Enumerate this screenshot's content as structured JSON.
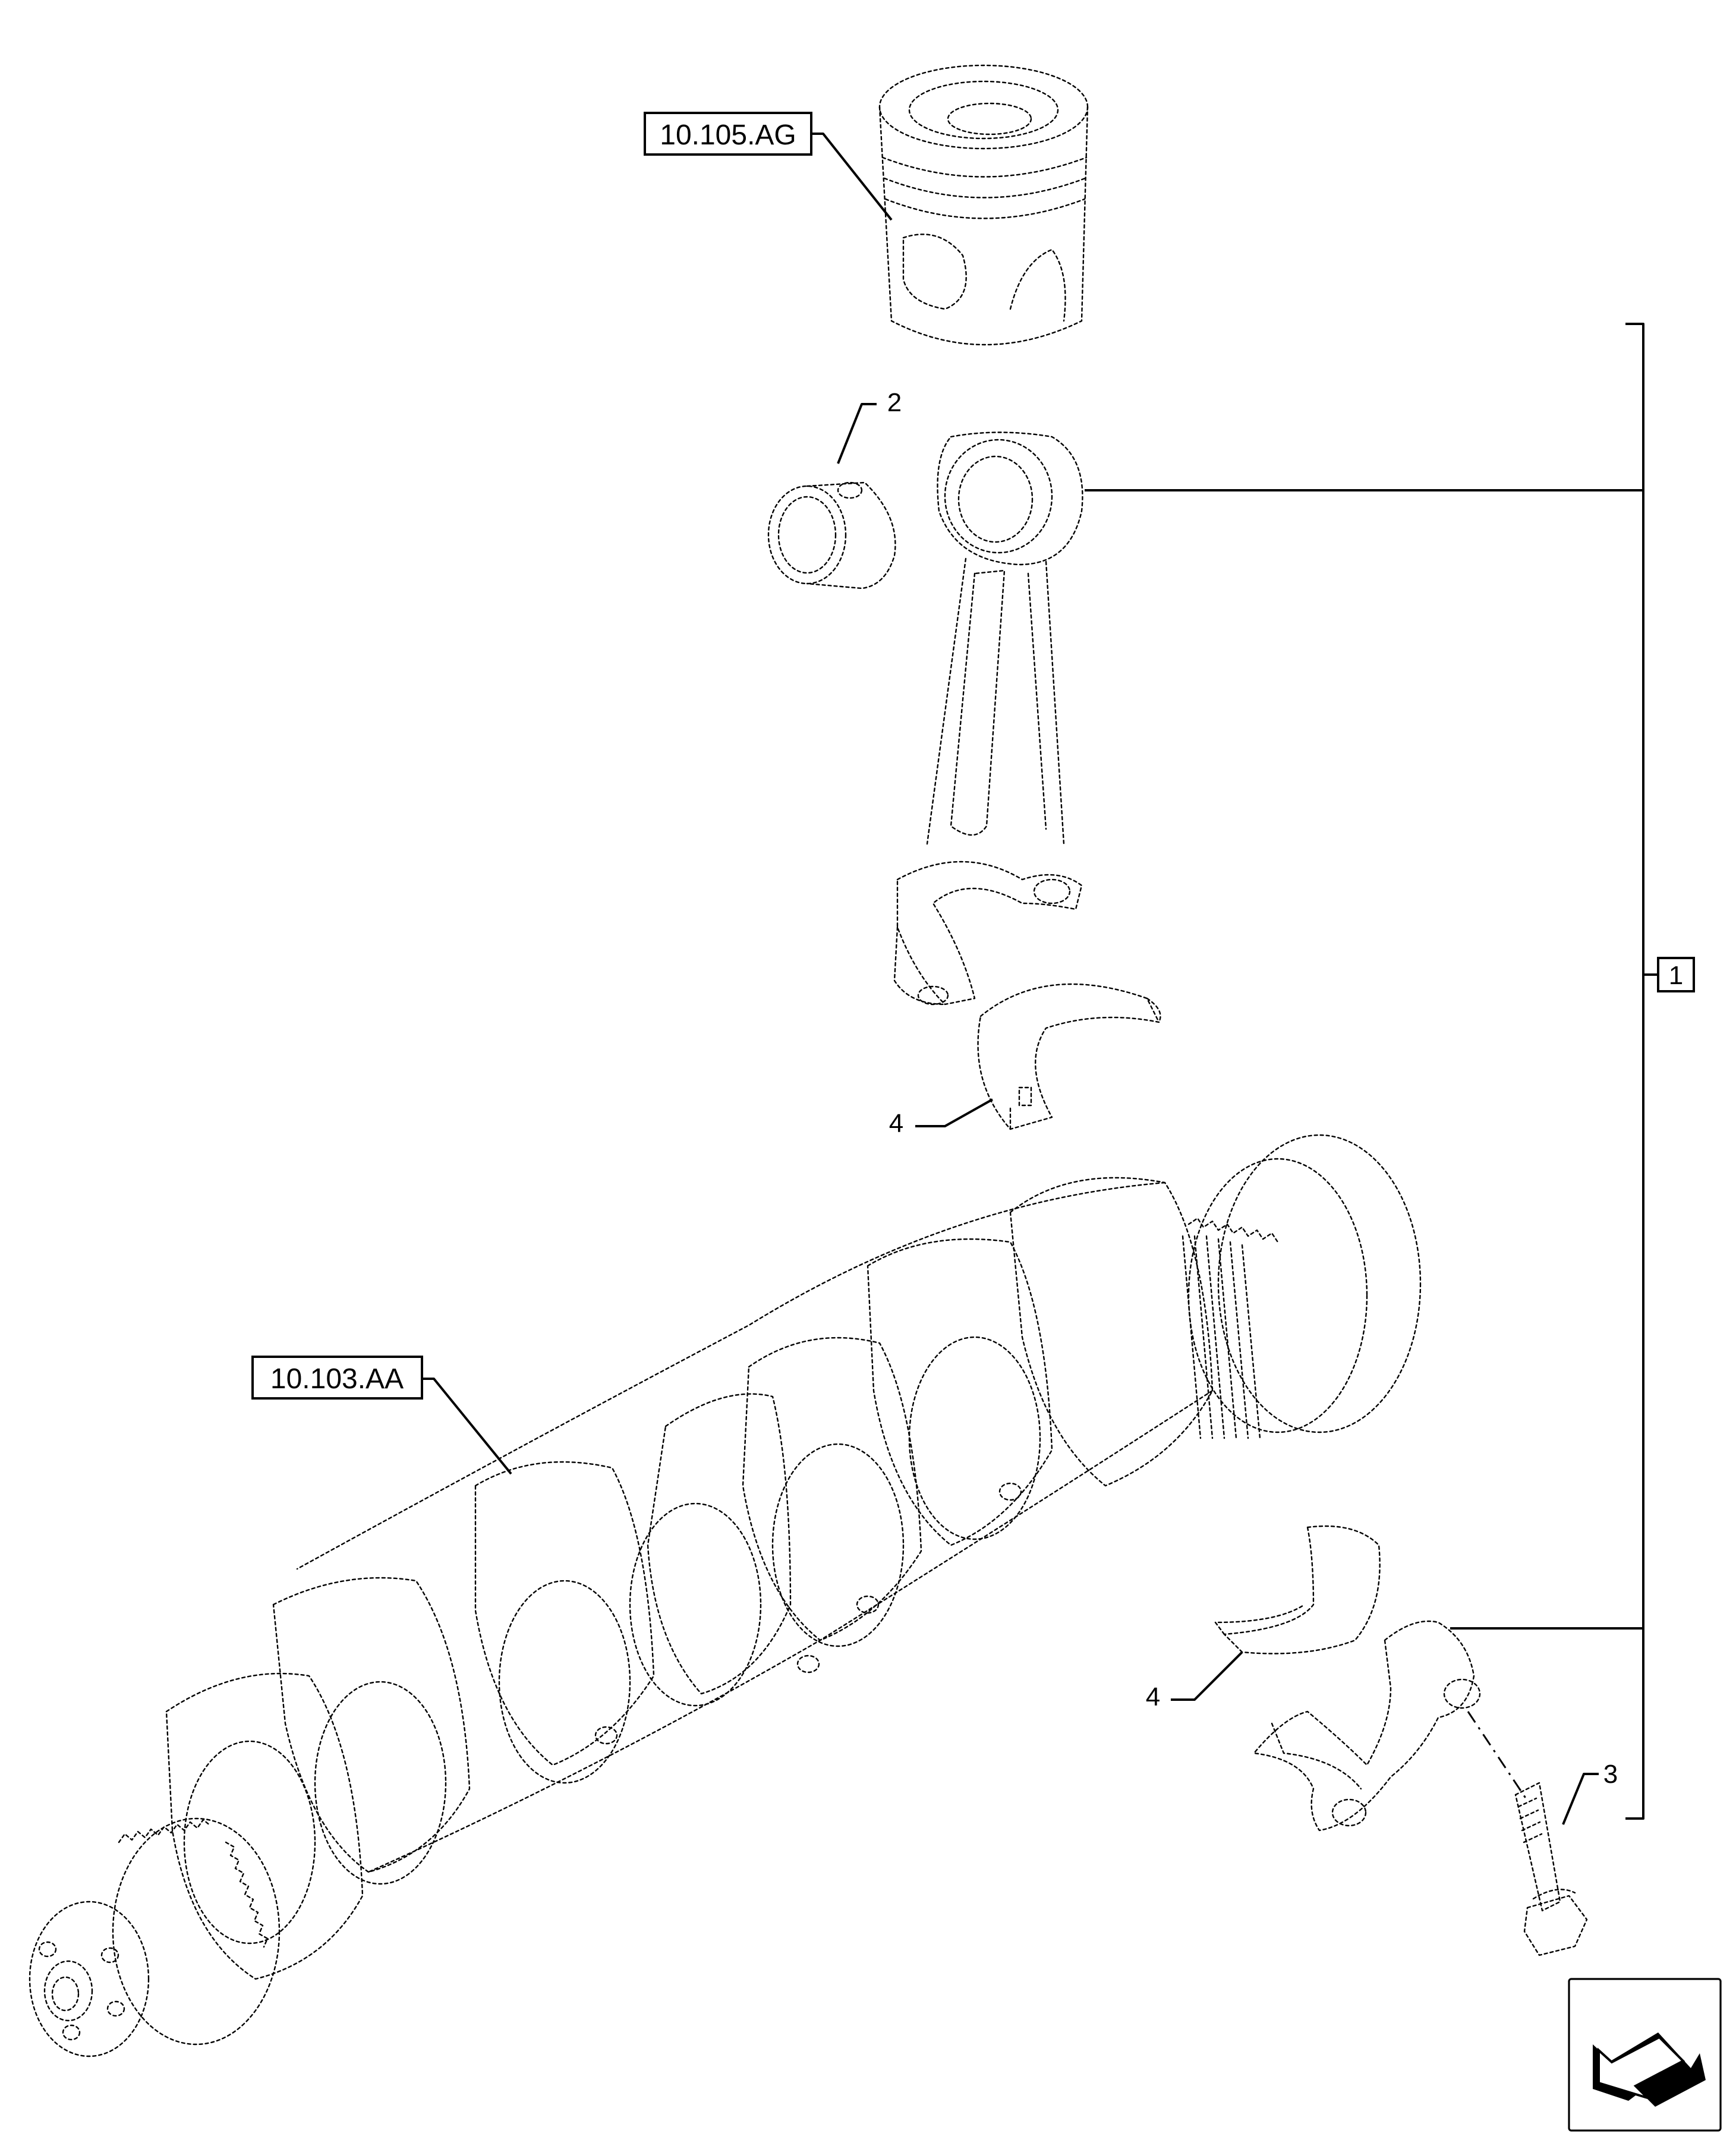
{
  "references": {
    "piston": "10.105.AG",
    "crankshaft": "10.103.AA"
  },
  "callouts": {
    "kit": "1",
    "bushing": "2",
    "bolt": "3",
    "bearing_upper": "4",
    "bearing_lower": "4"
  },
  "nav_icon": "arrow-back-icon"
}
